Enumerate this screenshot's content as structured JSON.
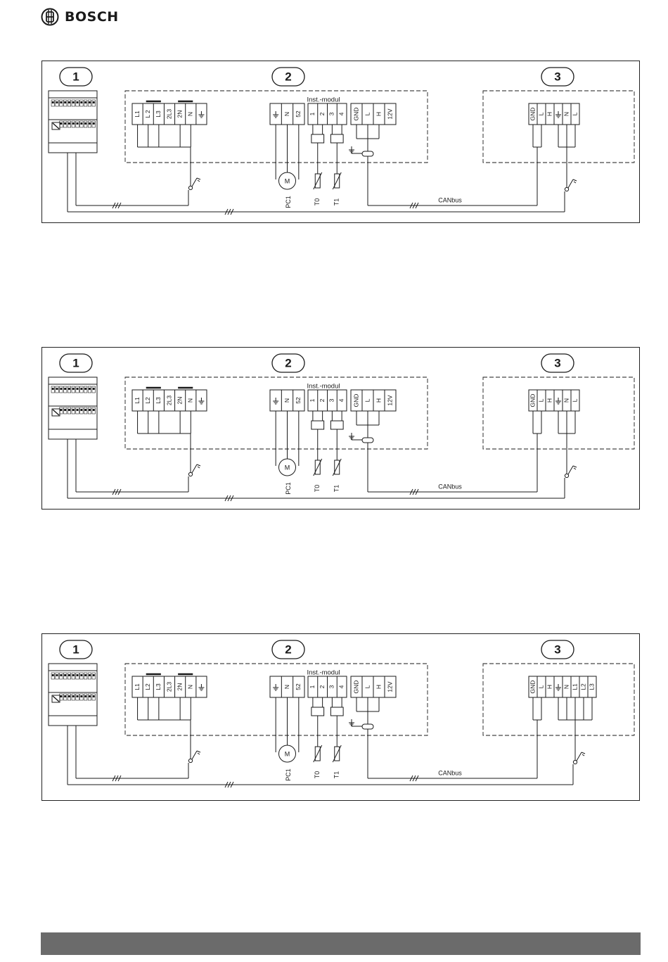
{
  "brand": {
    "name": "BOSCH",
    "logo_icon": "bosch-armature-icon"
  },
  "diagrams": [
    {
      "id": "diagram-1",
      "labels": [
        "1",
        "2",
        "3"
      ],
      "module_label": "Inst.-modul",
      "bus_label": "CANbus",
      "power_terminals": [
        "L1",
        "L 2",
        "L3",
        "2L3",
        "2N",
        "N",
        "⏚"
      ],
      "pump_terminals": [
        "⏚",
        "N",
        "52"
      ],
      "sensor_terminals": [
        "1",
        "2",
        "3",
        "4"
      ],
      "bus_terminals": [
        "GND",
        "L",
        "H",
        "12V"
      ],
      "unit3_terminals": [
        "GND",
        "L",
        "H",
        "⏚",
        "N",
        "L"
      ],
      "pump_symbol": "M",
      "pump_label": "PC1",
      "sensor_labels": [
        "T0",
        "T1"
      ]
    },
    {
      "id": "diagram-2",
      "labels": [
        "1",
        "2",
        "3"
      ],
      "module_label": "Inst.-modul",
      "bus_label": "CANbus",
      "power_terminals": [
        "L1",
        "L2",
        "L3",
        "2L3",
        "2N",
        "N",
        "⏚"
      ],
      "pump_terminals": [
        "⏚",
        "N",
        "52"
      ],
      "sensor_terminals": [
        "1",
        "2",
        "3",
        "4"
      ],
      "bus_terminals": [
        "GND",
        "L",
        "H",
        "12V"
      ],
      "unit3_terminals": [
        "GND",
        "L",
        "H",
        "⏚",
        "N",
        "L"
      ],
      "pump_symbol": "M",
      "pump_label": "PC1",
      "sensor_labels": [
        "T0",
        "T1"
      ]
    },
    {
      "id": "diagram-3",
      "labels": [
        "1",
        "2",
        "3"
      ],
      "module_label": "Inst.-modul",
      "bus_label": "CANbus",
      "power_terminals": [
        "L1",
        "L2",
        "L3",
        "2L3",
        "2N",
        "N",
        "⏚"
      ],
      "pump_terminals": [
        "⏚",
        "N",
        "52"
      ],
      "sensor_terminals": [
        "1",
        "2",
        "3",
        "4"
      ],
      "bus_terminals": [
        "GND",
        "L",
        "H",
        "12V"
      ],
      "unit3_terminals": [
        "GND",
        "L",
        "H",
        "⏚",
        "N",
        "L1",
        "L2",
        "L3"
      ],
      "pump_symbol": "M",
      "pump_label": "PC1",
      "sensor_labels": [
        "T0",
        "T1"
      ]
    }
  ]
}
